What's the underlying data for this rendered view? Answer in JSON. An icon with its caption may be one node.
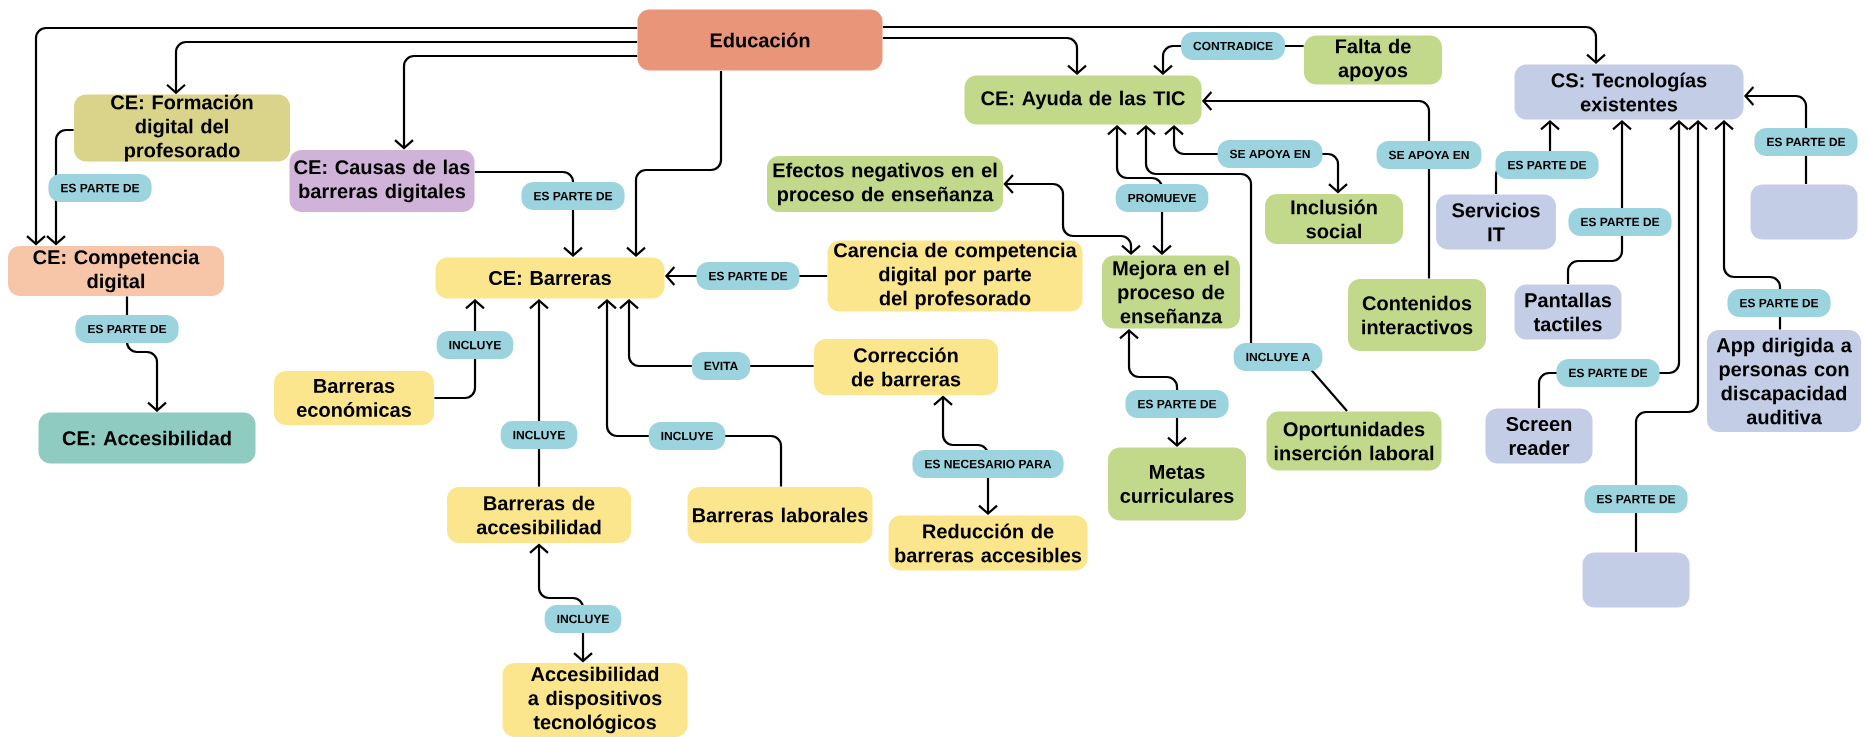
{
  "diagram": {
    "nodes": [
      {
        "text": [
          "Educación"
        ]
      },
      {
        "text": [
          "CE: Formación digital del profesorado"
        ]
      },
      {
        "text": [
          "CE: Causas de las barreras digitales"
        ]
      },
      {
        "text": [
          "CE: Competencia digital"
        ]
      },
      {
        "text": [
          "CE: Accesibilidad"
        ]
      },
      {
        "text": [
          "CE: Barreras"
        ]
      },
      {
        "text": [
          "Barreras económicas"
        ]
      },
      {
        "text": [
          "Barreras de accesibilidad"
        ]
      },
      {
        "text": [
          "Accesibilidad a dispositivos tecnológicos"
        ]
      },
      {
        "text": [
          "Barreras laborales"
        ]
      },
      {
        "text": [
          "Carencia de competencia digital por parte del profesorado"
        ]
      },
      {
        "text": [
          "Corrección de barreras"
        ]
      },
      {
        "text": [
          "Reducción de barreras accesibles"
        ]
      },
      {
        "text": [
          "Efectos negativos en el proceso de enseñanza"
        ]
      },
      {
        "text": [
          "CE: Ayuda de las TIC"
        ]
      },
      {
        "text": [
          "Falta de apoyos"
        ]
      },
      {
        "text": [
          "Mejora en el proceso de enseñanza"
        ]
      },
      {
        "text": [
          "Inclusión social"
        ]
      },
      {
        "text": [
          "Contenidos interactivos"
        ]
      },
      {
        "text": [
          "Metas curriculares"
        ]
      },
      {
        "text": [
          "Oportunidades inserción laboral"
        ]
      },
      {
        "text": [
          "CS: Tecnologías existentes"
        ]
      },
      {
        "text": [
          "Servicios IT"
        ]
      },
      {
        "text": [
          "Pantallas tactiles"
        ]
      },
      {
        "text": [],
        "shape": "box"
      },
      {
        "text": [
          "App dirigida a personas con discapacidad auditiva"
        ]
      },
      {
        "text": [
          "Screen reader"
        ]
      },
      {
        "text": [],
        "shape": "box"
      }
    ],
    "edges": [
      {
        "from": 0,
        "to": 3,
        "arrow": "to"
      },
      {
        "from": 0,
        "to": 1,
        "arrow": "to"
      },
      {
        "from": 0,
        "to": 2,
        "arrow": "to"
      },
      {
        "from": 0,
        "to": 5,
        "arrow": "to"
      },
      {
        "from": 0,
        "to": 14,
        "arrow": "to"
      },
      {
        "from": 0,
        "to": 21,
        "arrow": "to"
      },
      {
        "from": 1,
        "to": 3,
        "arrow": "to",
        "label": "ES PARTE DE"
      },
      {
        "from": 2,
        "to": 5,
        "arrow": "to",
        "label": "ES PARTE DE"
      },
      {
        "from": 3,
        "to": 4,
        "arrow": "to",
        "label": "ES PARTE DE"
      },
      {
        "from": 6,
        "to": 5,
        "arrow": "to",
        "label": "INCLUYE"
      },
      {
        "from": 7,
        "to": 5,
        "arrow": "to",
        "label": "INCLUYE"
      },
      {
        "from": 9,
        "to": 5,
        "arrow": "to",
        "label": "INCLUYE"
      },
      {
        "from": 8,
        "to": 7,
        "arrow": "both",
        "label": "INCLUYE"
      },
      {
        "from": 10,
        "to": 5,
        "arrow": "to",
        "label": "ES PARTE DE"
      },
      {
        "from": 11,
        "to": 5,
        "arrow": "to",
        "label": "EVITA"
      },
      {
        "from": 11,
        "to": 12,
        "arrow": "both",
        "label": "ES NECESARIO PARA"
      },
      {
        "from": 13,
        "to": 16,
        "arrow": "both"
      },
      {
        "from": 14,
        "to": 16,
        "arrow": "both",
        "label": "PROMUEVE"
      },
      {
        "from": 15,
        "to": 14,
        "arrow": "to",
        "label": "CONTRADICE"
      },
      {
        "from": 14,
        "to": 17,
        "arrow": "both",
        "label": "SE APOYA EN"
      },
      {
        "from": 18,
        "to": 14,
        "arrow": "to",
        "label": "SE APOYA EN"
      },
      {
        "from": 20,
        "to": 14,
        "arrow": "to",
        "label": "INCLUYE A"
      },
      {
        "from": 16,
        "to": 19,
        "arrow": "both",
        "label": "ES PARTE DE"
      },
      {
        "from": 22,
        "to": 21,
        "arrow": "to",
        "label": "ES PARTE DE"
      },
      {
        "from": 23,
        "to": 21,
        "arrow": "to",
        "label": "ES PARTE DE"
      },
      {
        "from": 24,
        "to": 21,
        "arrow": "to",
        "label": "ES PARTE DE"
      },
      {
        "from": 25,
        "to": 21,
        "arrow": "to",
        "label": "ES PARTE DE"
      },
      {
        "from": 26,
        "to": 21,
        "arrow": "to",
        "label": "ES PARTE DE"
      },
      {
        "from": 27,
        "to": 21,
        "arrow": "to",
        "label": "ES PARTE DE"
      }
    ]
  }
}
